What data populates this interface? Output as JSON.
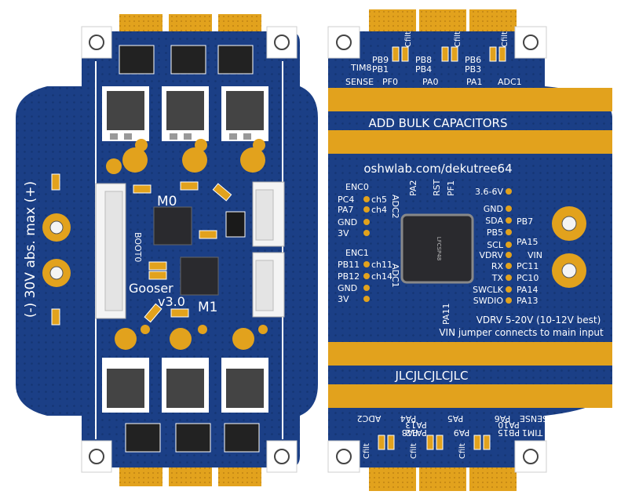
{
  "front": {
    "board_name": "Gooser",
    "version": "v3.0",
    "motor0": "M0",
    "motor1": "M1",
    "boot0": "BOOT0",
    "power_label": "(-) 30V abs. max (+)"
  },
  "back": {
    "url": "oshwlab.com/dekutree64",
    "bulk_caps": "ADD BULK CAPACITORS",
    "jlc": "JLCJLCJLCJLC",
    "chip_marking": "LFCSP48",
    "vdrv_note": "VDRV 5-20V (10-12V best)",
    "vin_note": "VIN jumper connects to main input",
    "top_labels": [
      {
        "text": "TIM8"
      },
      {
        "text": "PB9"
      },
      {
        "text": "PB1"
      },
      {
        "text": "PB8"
      },
      {
        "text": "PB4"
      },
      {
        "text": "PB6"
      },
      {
        "text": "PB3"
      },
      {
        "text": "SENSE"
      },
      {
        "text": "PF0"
      },
      {
        "text": "PA0"
      },
      {
        "text": "PA1"
      },
      {
        "text": "ADC1"
      }
    ],
    "cfilt_top": [
      "Cfilt",
      "Cfilt",
      "Cfilt"
    ],
    "cfilt_bottom": [
      "Cfilt",
      "Cfilt",
      "Cfilt"
    ],
    "left_pins": [
      "ENC0",
      "PC4",
      "PA7",
      "GND",
      "3V",
      "ENC1",
      "PB11",
      "PB12",
      "GND",
      "3V"
    ],
    "left_pin_ch": [
      "ch5",
      "ch4",
      "ch11",
      "ch14"
    ],
    "adc2_top": "ADC2",
    "adc1_mid": "ADC1",
    "pa2": "PA2",
    "rst": "RST",
    "pf1": "PF1",
    "pa11": "PA11",
    "right_pins_col1": [
      "3.6-6V",
      "GND",
      "SDA",
      "PB5",
      "SCL",
      "VDRV",
      "RX",
      "TX",
      "SWCLK",
      "SWDIO"
    ],
    "right_pins_col2": [
      "PB7",
      "VIN",
      "PC11",
      "PC10",
      "PA14",
      "PA13",
      "PA15"
    ],
    "bottom_labels": [
      {
        "text": "ADC2"
      },
      {
        "text": "PA4"
      },
      {
        "text": "PA5"
      },
      {
        "text": "PA6"
      },
      {
        "text": "SENSE"
      },
      {
        "text": "PA8"
      },
      {
        "text": "PA12"
      },
      {
        "text": "PA13"
      },
      {
        "text": "PA9"
      },
      {
        "text": "PB15"
      },
      {
        "text": "PA10"
      },
      {
        "text": "TIM1"
      }
    ]
  },
  "colors": {
    "board": "#1b3f86",
    "board_dark": "#12306b",
    "gold": "#e2a21d",
    "silk": "#ffffff",
    "chip": "#2a2a2e"
  }
}
